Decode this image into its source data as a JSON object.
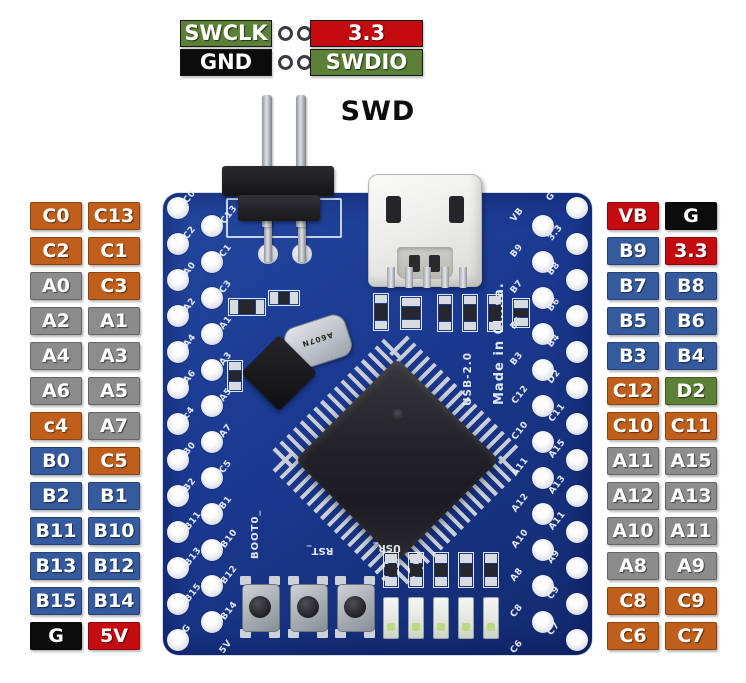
{
  "swd_header": {
    "caption": "SWD",
    "rows": [
      {
        "cells": [
          {
            "text": "SWCLK",
            "color": "green"
          },
          {
            "text": "3.3",
            "color": "red"
          }
        ]
      },
      {
        "cells": [
          {
            "text": "GND",
            "color": "black"
          },
          {
            "text": "SWDIO",
            "color": "green"
          }
        ]
      }
    ]
  },
  "pin_tables": {
    "left": [
      [
        {
          "text": "C0",
          "color": "orange"
        },
        {
          "text": "C13",
          "color": "orange"
        }
      ],
      [
        {
          "text": "C2",
          "color": "orange"
        },
        {
          "text": "C1",
          "color": "orange"
        }
      ],
      [
        {
          "text": "A0",
          "color": "gray"
        },
        {
          "text": "C3",
          "color": "orange"
        }
      ],
      [
        {
          "text": "A2",
          "color": "gray"
        },
        {
          "text": "A1",
          "color": "gray"
        }
      ],
      [
        {
          "text": "A4",
          "color": "gray"
        },
        {
          "text": "A3",
          "color": "gray"
        }
      ],
      [
        {
          "text": "A6",
          "color": "gray"
        },
        {
          "text": "A5",
          "color": "gray"
        }
      ],
      [
        {
          "text": "c4",
          "color": "orange"
        },
        {
          "text": "A7",
          "color": "gray"
        }
      ],
      [
        {
          "text": "B0",
          "color": "blue"
        },
        {
          "text": "C5",
          "color": "orange"
        }
      ],
      [
        {
          "text": "B2",
          "color": "blue"
        },
        {
          "text": "B1",
          "color": "blue"
        }
      ],
      [
        {
          "text": "B11",
          "color": "blue"
        },
        {
          "text": "B10",
          "color": "blue"
        }
      ],
      [
        {
          "text": "B13",
          "color": "blue"
        },
        {
          "text": "B12",
          "color": "blue"
        }
      ],
      [
        {
          "text": "B15",
          "color": "blue"
        },
        {
          "text": "B14",
          "color": "blue"
        }
      ],
      [
        {
          "text": "G",
          "color": "black"
        },
        {
          "text": "5V",
          "color": "red"
        }
      ]
    ],
    "right": [
      [
        {
          "text": "VB",
          "color": "red"
        },
        {
          "text": "G",
          "color": "black"
        }
      ],
      [
        {
          "text": "B9",
          "color": "blue"
        },
        {
          "text": "3.3",
          "color": "red"
        }
      ],
      [
        {
          "text": "B7",
          "color": "blue"
        },
        {
          "text": "B8",
          "color": "blue"
        }
      ],
      [
        {
          "text": "B5",
          "color": "blue"
        },
        {
          "text": "B6",
          "color": "blue"
        }
      ],
      [
        {
          "text": "B3",
          "color": "blue"
        },
        {
          "text": "B4",
          "color": "blue"
        }
      ],
      [
        {
          "text": "C12",
          "color": "orange"
        },
        {
          "text": "D2",
          "color": "green"
        }
      ],
      [
        {
          "text": "C10",
          "color": "orange"
        },
        {
          "text": "C11",
          "color": "orange"
        }
      ],
      [
        {
          "text": "A11",
          "color": "gray"
        },
        {
          "text": "A15",
          "color": "gray"
        }
      ],
      [
        {
          "text": "A12",
          "color": "gray"
        },
        {
          "text": "A13",
          "color": "gray"
        }
      ],
      [
        {
          "text": "A10",
          "color": "gray"
        },
        {
          "text": "A11",
          "color": "gray"
        }
      ],
      [
        {
          "text": "A8",
          "color": "gray"
        },
        {
          "text": "A9",
          "color": "gray"
        }
      ],
      [
        {
          "text": "C8",
          "color": "orange"
        },
        {
          "text": "C9",
          "color": "orange"
        }
      ],
      [
        {
          "text": "C6",
          "color": "orange"
        },
        {
          "text": "C7",
          "color": "orange"
        }
      ]
    ]
  },
  "board": {
    "silkscreen": {
      "usb_version": "USB-2.0",
      "origin": "Made in China.",
      "boot_label": "BOOT0_",
      "rst_label": "RST_",
      "usr_label": "USR_",
      "crystal_label": "A607N"
    }
  },
  "colors": {
    "orange": "#c05e1b",
    "gray": "#8c8c8c",
    "blue": "#355a9d",
    "red": "#c30b10",
    "black": "#0c0c0c",
    "green": "#5c8036",
    "board_blue": "#1b3a92",
    "silk_white": "#ecf1fc"
  }
}
